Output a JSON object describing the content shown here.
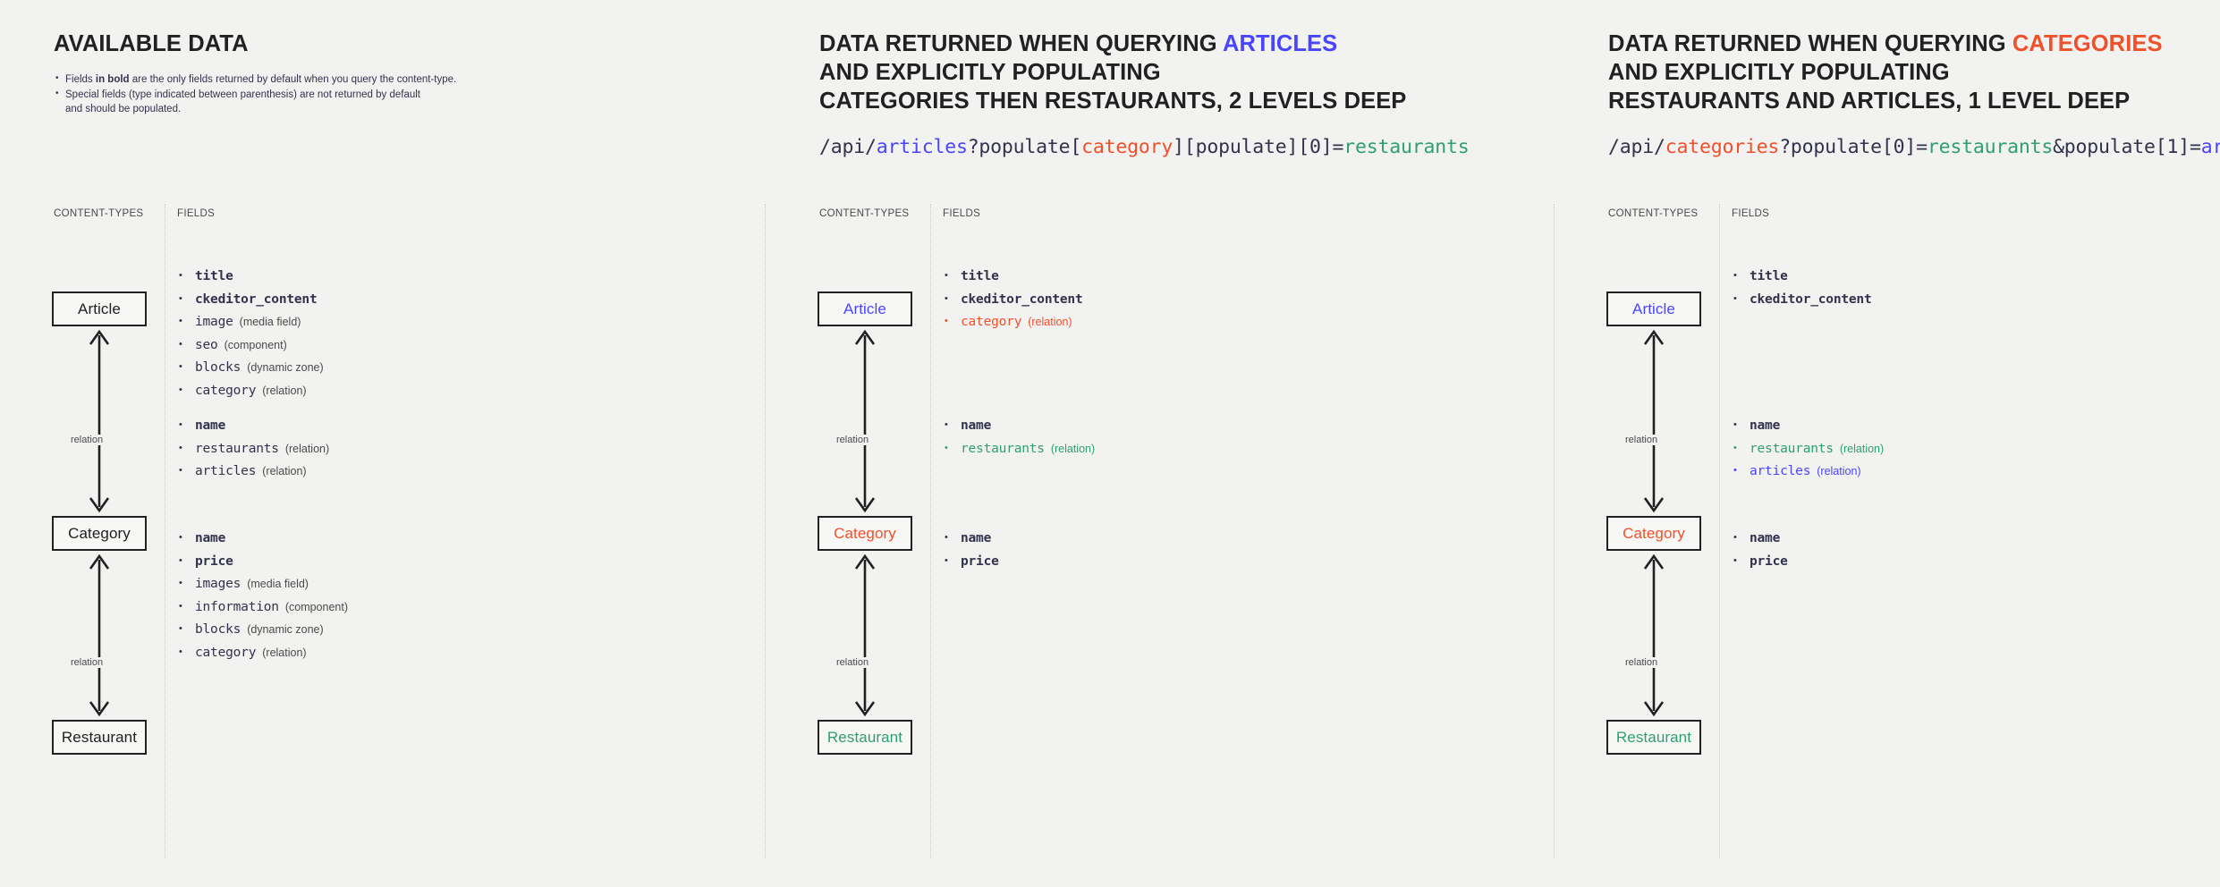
{
  "colors": {
    "background": "#f2f2f1",
    "text": "#32324d",
    "blue": "#4945ff",
    "red": "#f0502a",
    "green": "#2f9e76",
    "box_border": "#212121",
    "muted": "#4a4a4a",
    "divider": "#c9c9c7"
  },
  "labels": {
    "content_types": "CONTENT-TYPES",
    "fields": "FIELDS",
    "relation": "relation"
  },
  "panels": [
    {
      "id": "available-data",
      "title": {
        "parts": [
          {
            "text": "AVAILABLE DATA",
            "color": "none"
          }
        ]
      },
      "bullets": [
        {
          "lines": [
            {
              "segments": [
                {
                  "text": "Fields ",
                  "bold": false
                },
                {
                  "text": "in bold",
                  "bold": true
                },
                {
                  "text": " are the only fields returned by default when you query the content-type.",
                  "bold": false
                }
              ]
            }
          ]
        },
        {
          "lines": [
            {
              "segments": [
                {
                  "text": "Special fields (type indicated between parenthesis) are not returned by default",
                  "bold": false
                }
              ]
            },
            {
              "segments": [
                {
                  "text": "and should be populated.",
                  "bold": false
                }
              ]
            }
          ]
        }
      ],
      "api_url": null,
      "nodes": [
        {
          "name": "Article",
          "color": "none"
        },
        {
          "name": "Category",
          "color": "none"
        },
        {
          "name": "Restaurant",
          "color": "none"
        }
      ],
      "field_groups": [
        [
          {
            "name": "title",
            "type": "",
            "bold": true,
            "color": "none"
          },
          {
            "name": "ckeditor_content",
            "type": "",
            "bold": true,
            "color": "none"
          },
          {
            "name": "image",
            "type": "(media field)",
            "bold": false,
            "color": "none"
          },
          {
            "name": "seo",
            "type": "(component)",
            "bold": false,
            "color": "none"
          },
          {
            "name": "blocks",
            "type": "(dynamic zone)",
            "bold": false,
            "color": "none"
          },
          {
            "name": "category",
            "type": "(relation)",
            "bold": false,
            "color": "none"
          }
        ],
        [
          {
            "name": "name",
            "type": "",
            "bold": true,
            "color": "none"
          },
          {
            "name": "restaurants",
            "type": "(relation)",
            "bold": false,
            "color": "none"
          },
          {
            "name": "articles",
            "type": "(relation)",
            "bold": false,
            "color": "none"
          }
        ],
        [
          {
            "name": "name",
            "type": "",
            "bold": true,
            "color": "none"
          },
          {
            "name": "price",
            "type": "",
            "bold": true,
            "color": "none"
          },
          {
            "name": "images",
            "type": "(media field)",
            "bold": false,
            "color": "none"
          },
          {
            "name": "information",
            "type": "(component)",
            "bold": false,
            "color": "none"
          },
          {
            "name": "blocks",
            "type": "(dynamic zone)",
            "bold": false,
            "color": "none"
          },
          {
            "name": "category",
            "type": "(relation)",
            "bold": false,
            "color": "none"
          }
        ]
      ]
    },
    {
      "id": "query-articles",
      "title": {
        "parts": [
          {
            "text": "DATA RETURNED WHEN QUERYING ",
            "color": "none"
          },
          {
            "text": "ARTICLES",
            "color": "blue"
          },
          {
            "text": "\n",
            "color": "none"
          },
          {
            "text": "AND EXPLICITLY POPULATING",
            "color": "none"
          },
          {
            "text": "\n",
            "color": "none"
          },
          {
            "text": "CATEGORIES THEN RESTAURANTS, 2 LEVELS DEEP",
            "color": "none"
          }
        ]
      },
      "bullets": [],
      "api_url": [
        {
          "text": "/api/",
          "color": "none"
        },
        {
          "text": "articles",
          "color": "blue"
        },
        {
          "text": "?populate[",
          "color": "none"
        },
        {
          "text": "category",
          "color": "red"
        },
        {
          "text": "][populate][0]=",
          "color": "none"
        },
        {
          "text": "restaurants",
          "color": "green"
        }
      ],
      "nodes": [
        {
          "name": "Article",
          "color": "blue"
        },
        {
          "name": "Category",
          "color": "red"
        },
        {
          "name": "Restaurant",
          "color": "green"
        }
      ],
      "field_groups": [
        [
          {
            "name": "title",
            "type": "",
            "bold": true,
            "color": "none"
          },
          {
            "name": "ckeditor_content",
            "type": "",
            "bold": true,
            "color": "none"
          },
          {
            "name": "category",
            "type": "(relation)",
            "bold": false,
            "color": "red"
          }
        ],
        [
          {
            "name": "name",
            "type": "",
            "bold": true,
            "color": "none"
          },
          {
            "name": "restaurants",
            "type": "(relation)",
            "bold": false,
            "color": "green"
          }
        ],
        [
          {
            "name": "name",
            "type": "",
            "bold": true,
            "color": "none"
          },
          {
            "name": "price",
            "type": "",
            "bold": true,
            "color": "none"
          }
        ]
      ]
    },
    {
      "id": "query-categories",
      "title": {
        "parts": [
          {
            "text": "DATA RETURNED WHEN QUERYING ",
            "color": "none"
          },
          {
            "text": "CATEGORIES",
            "color": "red"
          },
          {
            "text": "\n",
            "color": "none"
          },
          {
            "text": "AND EXPLICITLY POPULATING",
            "color": "none"
          },
          {
            "text": "\n",
            "color": "none"
          },
          {
            "text": "RESTAURANTS AND ARTICLES, 1 LEVEL DEEP",
            "color": "none"
          }
        ]
      },
      "bullets": [],
      "api_url": [
        {
          "text": "/api/",
          "color": "none"
        },
        {
          "text": "categories",
          "color": "red"
        },
        {
          "text": "?populate[0]=",
          "color": "none"
        },
        {
          "text": "restaurants",
          "color": "green"
        },
        {
          "text": "&populate[1]=",
          "color": "none"
        },
        {
          "text": "articles",
          "color": "blue"
        }
      ],
      "nodes": [
        {
          "name": "Article",
          "color": "blue"
        },
        {
          "name": "Category",
          "color": "red"
        },
        {
          "name": "Restaurant",
          "color": "green"
        }
      ],
      "field_groups": [
        [
          {
            "name": "title",
            "type": "",
            "bold": true,
            "color": "none"
          },
          {
            "name": "ckeditor_content",
            "type": "",
            "bold": true,
            "color": "none"
          }
        ],
        [
          {
            "name": "name",
            "type": "",
            "bold": true,
            "color": "none"
          },
          {
            "name": "restaurants",
            "type": "(relation)",
            "bold": false,
            "color": "green"
          },
          {
            "name": "articles",
            "type": "(relation)",
            "bold": false,
            "color": "blue"
          }
        ],
        [
          {
            "name": "name",
            "type": "",
            "bold": true,
            "color": "none"
          },
          {
            "name": "price",
            "type": "",
            "bold": true,
            "color": "none"
          }
        ]
      ]
    }
  ]
}
